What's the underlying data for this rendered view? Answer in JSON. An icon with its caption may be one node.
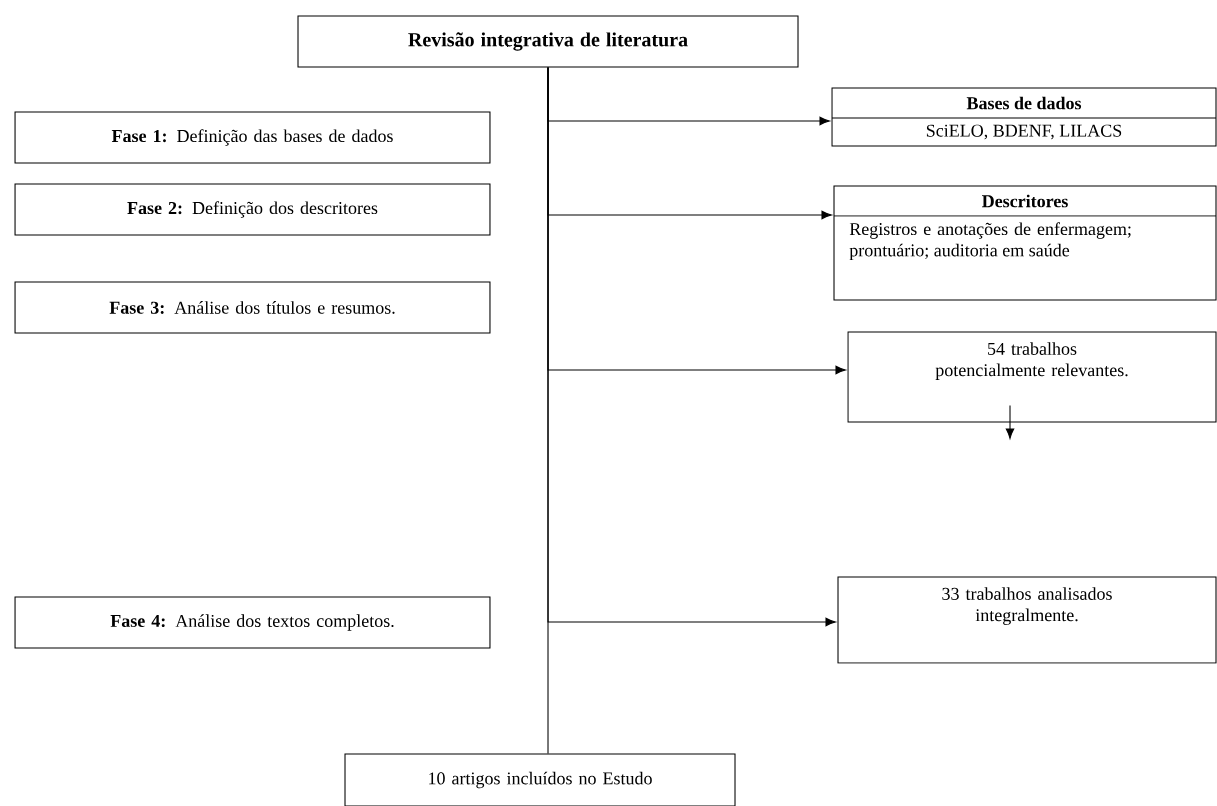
{
  "diagram": {
    "nodes": [
      {
        "text": [
          "Revisão integrativa de literatura"
        ]
      },
      {
        "text": [
          "**Fase 1:** Definição das bases de dados"
        ]
      },
      {
        "text": [
          "**Fase 2:** Definição dos descritores"
        ]
      },
      {
        "text": [
          "**Fase 3:** Análise dos títulos e resumos."
        ]
      },
      {
        "text": [
          "Bases de dados",
          "SciELO, BDENF, LILACS"
        ]
      },
      {
        "text": [
          "Descritores",
          "Registros e anotações de enfermagem; prontuário; auditoria em saúde"
        ]
      },
      {
        "text": [
          "54 trabalhos potencialmente relevantes."
        ]
      },
      {
        "text": [
          "**Fase 4:** Análise dos textos completos."
        ]
      },
      {
        "text": [
          "33 trabalhos analisados integralmente."
        ]
      },
      {
        "text": [
          "10 artigos incluídos no Estudo"
        ]
      }
    ],
    "edges": [
      {
        "from": 0,
        "to": 4,
        "arrow": "to"
      },
      {
        "from": 0,
        "to": 5,
        "arrow": "to"
      },
      {
        "from": 0,
        "to": 6,
        "arrow": "to"
      },
      {
        "from": 0,
        "to": 8,
        "arrow": "to"
      },
      {
        "from": 0,
        "to": 9,
        "arrow": "none"
      },
      {
        "from": 6,
        "to": null,
        "arrow": "to"
      }
    ]
  }
}
